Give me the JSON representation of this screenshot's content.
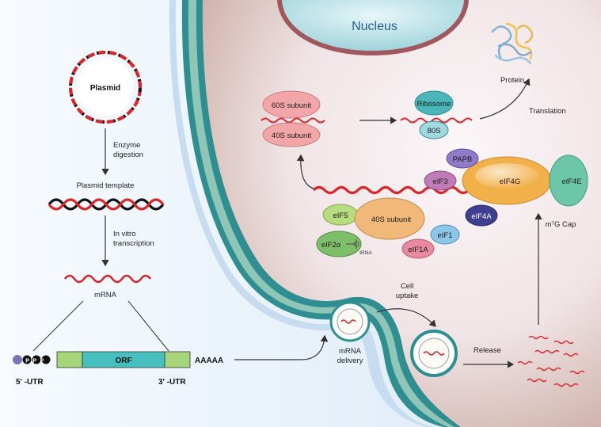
{
  "nucleus": {
    "label": "Nucleus"
  },
  "plasmid": {
    "label": "Plasmid"
  },
  "steps": {
    "enzyme_line1": "Enzyme",
    "enzyme_line2": "digestion",
    "template": "Plasmid template",
    "ivt_line1": "In vitro",
    "ivt_line2": "transcription",
    "mrna": "mRNA"
  },
  "construct": {
    "cap": "PPP",
    "orf": "ORF",
    "polya": "AAAAA",
    "utr5": "5' -UTR",
    "utr3": "3' -UTR"
  },
  "delivery": {
    "vesicle_line1": "mRNA",
    "vesicle_line2": "delivery",
    "uptake_line1": "Cell",
    "uptake_line2": "uptake",
    "release": "Release"
  },
  "translation": {
    "s60": "60S subunit",
    "s40": "40S subunit",
    "ribosome": "Ribosome",
    "s80": "80S",
    "translation": "Translation",
    "protein": "Protein"
  },
  "factors": {
    "papb": "PAPB",
    "eif3": "eIF3",
    "eif4g": "eIF4G",
    "eif4e": "eIF4E",
    "eif4a": "eIF4A",
    "cap": "m⁷G Cap",
    "eif5": "eIF5",
    "s40": "40S subunit",
    "eif2a": "eIF2α",
    "trna": "tRNA",
    "eif1a": "eIF1A",
    "eif1": "eIF1"
  },
  "colors": {
    "left_bg": "#e3eef8",
    "cytoplasm": "#ecdedc",
    "membrane": "#2e8d8f",
    "nucleus": "#bfe4ea",
    "mrna_red": "#d9262a",
    "orf": "#45c0bf",
    "utr": "#a7d67a",
    "eif4g": "#f2b04a",
    "s40": "#f0b979",
    "eif4e": "#6cc6a8"
  }
}
